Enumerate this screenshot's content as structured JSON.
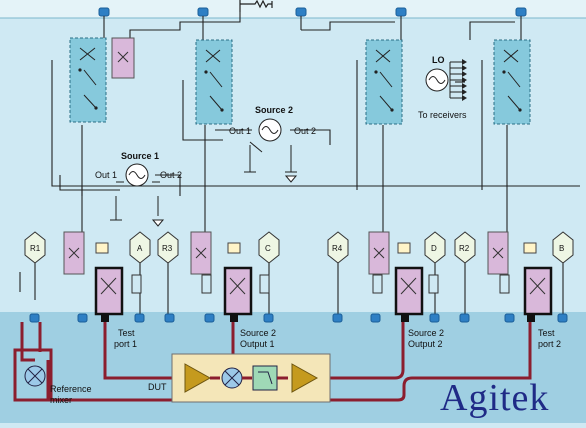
{
  "labels": {
    "source1": "Source 1",
    "source2": "Source 2",
    "out1": "Out 1",
    "out2": "Out 2",
    "lo": "LO",
    "to_receivers": "To receivers",
    "r1": "R1",
    "a": "A",
    "r3": "R3",
    "c": "C",
    "r4": "R4",
    "d": "D",
    "r2": "R2",
    "b": "B",
    "test_port": "Test",
    "port1": "port 1",
    "port2": "port 2",
    "source2_out_a": "Source 2",
    "output1": "Output 1",
    "source2_out_b": "Source 2",
    "output2": "Output 2",
    "dut": "DUT",
    "reference": "Reference",
    "mixer": "mixer"
  },
  "brand": {
    "name": "Agitek",
    "color": "#1f2a86"
  },
  "colors": {
    "background": "#cfe9f3",
    "lower_band": "#9fcfe2",
    "switch_box": "#86c9dc",
    "coupler": "#d9b8da",
    "signal_path": "#8b1e2e",
    "dut_box": "#f4e6b8",
    "amplifier": "#c59a1e"
  },
  "icons": [
    "sine-source-icon",
    "mixer-icon",
    "amplifier-icon",
    "filter-icon",
    "receiver-icon",
    "resistor-icon",
    "ground-icon",
    "switch-icon"
  ]
}
